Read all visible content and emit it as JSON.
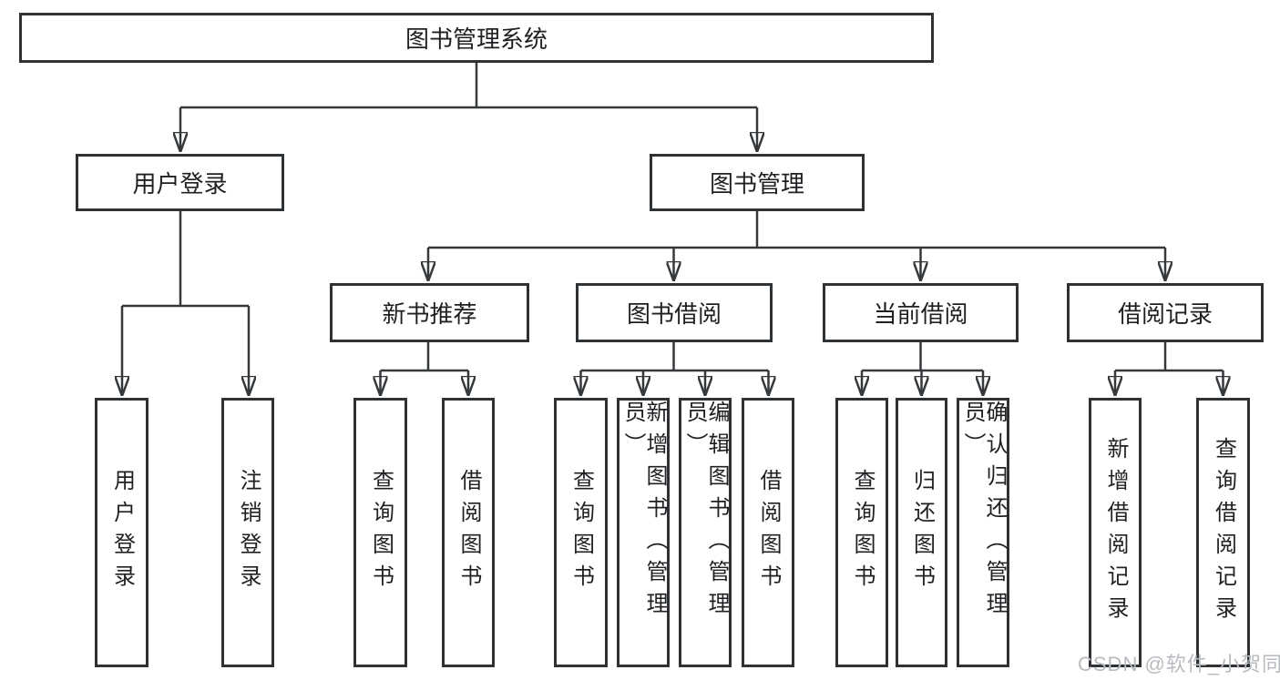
{
  "diagram": {
    "root": {
      "label": "图书管理系统"
    },
    "level2": [
      {
        "label": "用户登录"
      },
      {
        "label": "图书管理"
      }
    ],
    "level3": [
      {
        "label": "新书推荐"
      },
      {
        "label": "图书借阅"
      },
      {
        "label": "当前借阅"
      },
      {
        "label": "借阅记录"
      }
    ],
    "leaves": {
      "user_login": [
        "用户登录",
        "注销登录"
      ],
      "new_book_recommend": [
        "查询图书",
        "借阅图书"
      ],
      "book_borrow": [
        "查询图书",
        "新增图书（管理员）",
        "编辑图书（管理员）",
        "借阅图书"
      ],
      "current_borrow": [
        "查询图书",
        "归还图书",
        "确认归还（管理员）"
      ],
      "borrow_records": [
        "新增借阅记录",
        "查询借阅记录"
      ]
    },
    "colors": {
      "line": "#36393c",
      "border": "#2f3235",
      "text": "#1e2023",
      "watermark": "#b7bbbf",
      "background": "#ffffff"
    }
  },
  "watermark": {
    "text": "CSDN @软件_小贺同学"
  }
}
